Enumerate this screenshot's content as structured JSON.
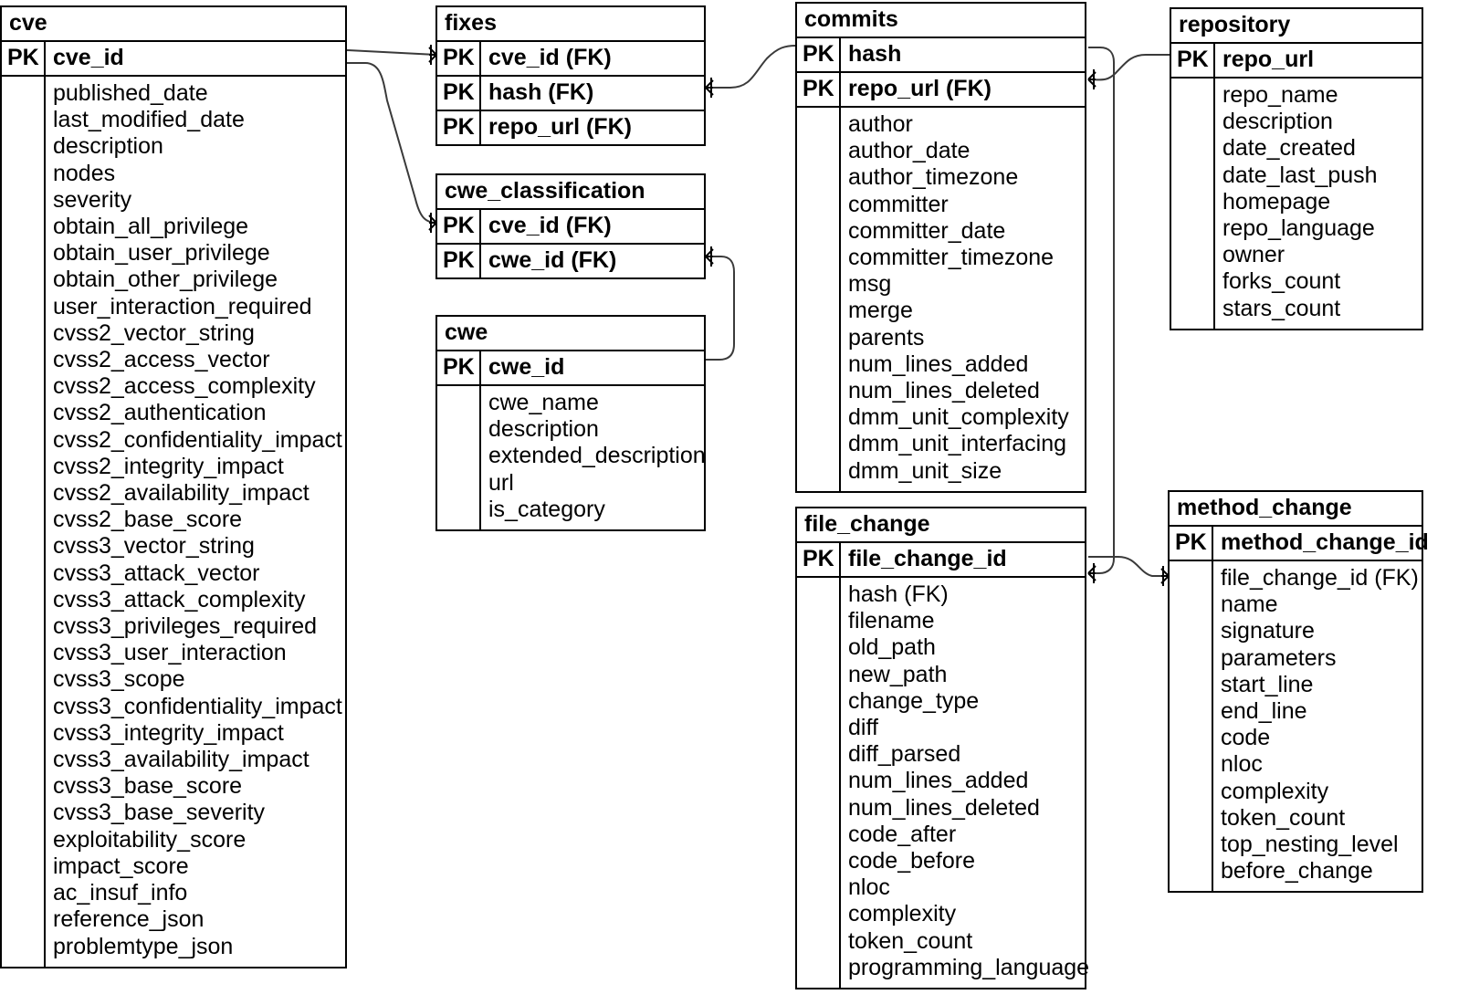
{
  "diagram": {
    "type": "entity-relationship-diagram",
    "notation": "crows-foot",
    "key_label": "PK",
    "line_color": "#3a3a3a",
    "border_color": "#000000",
    "background": "#ffffff"
  },
  "entities": [
    {
      "id": "cve",
      "name": "cve",
      "keys": [
        {
          "tag": "PK",
          "name": "cve_id"
        }
      ],
      "attributes": [
        "published_date",
        "last_modified_date",
        "description",
        "nodes",
        "severity",
        "obtain_all_privilege",
        "obtain_user_privilege",
        "obtain_other_privilege",
        "user_interaction_required",
        "cvss2_vector_string",
        "cvss2_access_vector",
        "cvss2_access_complexity",
        "cvss2_authentication",
        "cvss2_confidentiality_impact",
        "cvss2_integrity_impact",
        "cvss2_availability_impact",
        "cvss2_base_score",
        "cvss3_vector_string",
        "cvss3_attack_vector",
        "cvss3_attack_complexity",
        "cvss3_privileges_required",
        "cvss3_user_interaction",
        "cvss3_scope",
        "cvss3_confidentiality_impact",
        "cvss3_integrity_impact",
        "cvss3_availability_impact",
        "cvss3_base_score",
        "cvss3_base_severity",
        "exploitability_score",
        "impact_score",
        "ac_insuf_info",
        "reference_json",
        "problemtype_json"
      ]
    },
    {
      "id": "fixes",
      "name": "fixes",
      "keys": [
        {
          "tag": "PK",
          "name": "cve_id (FK)"
        },
        {
          "tag": "PK",
          "name": "hash (FK)"
        },
        {
          "tag": "PK",
          "name": "repo_url (FK)"
        }
      ],
      "attributes": []
    },
    {
      "id": "cwe_classification",
      "name": "cwe_classification",
      "keys": [
        {
          "tag": "PK",
          "name": "cve_id (FK)"
        },
        {
          "tag": "PK",
          "name": "cwe_id (FK)"
        }
      ],
      "attributes": []
    },
    {
      "id": "cwe",
      "name": "cwe",
      "keys": [
        {
          "tag": "PK",
          "name": "cwe_id"
        }
      ],
      "attributes": [
        "cwe_name",
        "description",
        "extended_description",
        "url",
        "is_category"
      ]
    },
    {
      "id": "commits",
      "name": "commits",
      "keys": [
        {
          "tag": "PK",
          "name": "hash"
        },
        {
          "tag": "PK",
          "name": "repo_url (FK)"
        }
      ],
      "attributes": [
        "author",
        "author_date",
        "author_timezone",
        "committer",
        "committer_date",
        "committer_timezone",
        "msg",
        "merge",
        "parents",
        "num_lines_added",
        "num_lines_deleted",
        "dmm_unit_complexity",
        "dmm_unit_interfacing",
        "dmm_unit_size"
      ]
    },
    {
      "id": "repository",
      "name": "repository",
      "keys": [
        {
          "tag": "PK",
          "name": "repo_url"
        }
      ],
      "attributes": [
        "repo_name",
        "description",
        "date_created",
        "date_last_push",
        "homepage",
        "repo_language",
        "owner",
        "forks_count",
        "stars_count"
      ]
    },
    {
      "id": "file_change",
      "name": "file_change",
      "keys": [
        {
          "tag": "PK",
          "name": "file_change_id"
        }
      ],
      "attributes": [
        "hash (FK)",
        "filename",
        "old_path",
        "new_path",
        "change_type",
        "diff",
        "diff_parsed",
        "num_lines_added",
        "num_lines_deleted",
        "code_after",
        "code_before",
        "nloc",
        "complexity",
        "token_count",
        "programming_language"
      ]
    },
    {
      "id": "method_change",
      "name": "method_change",
      "keys": [
        {
          "tag": "PK",
          "name": "method_change_id"
        }
      ],
      "attributes": [
        "file_change_id (FK)",
        "name",
        "signature",
        "parameters",
        "start_line",
        "end_line",
        "code",
        "nloc",
        "complexity",
        "token_count",
        "top_nesting_level",
        "before_change"
      ]
    }
  ],
  "relationships": [
    {
      "from": "cve.cve_id",
      "to": "fixes.cve_id (FK)",
      "cardinality": "one-to-many"
    },
    {
      "from": "cve.cve_id",
      "to": "cwe_classification.cve_id (FK)",
      "cardinality": "one-to-many"
    },
    {
      "from": "fixes.hash (FK)",
      "to": "commits.hash",
      "cardinality": "many-to-one"
    },
    {
      "from": "cwe_classification.cwe_id (FK)",
      "to": "cwe.cwe_id",
      "cardinality": "many-to-one"
    },
    {
      "from": "repository.repo_url",
      "to": "commits.repo_url (FK)",
      "cardinality": "one-to-many"
    },
    {
      "from": "commits.hash",
      "to": "file_change.hash (FK)",
      "cardinality": "one-to-many"
    },
    {
      "from": "file_change.file_change_id",
      "to": "method_change.file_change_id (FK)",
      "cardinality": "one-to-many"
    }
  ]
}
